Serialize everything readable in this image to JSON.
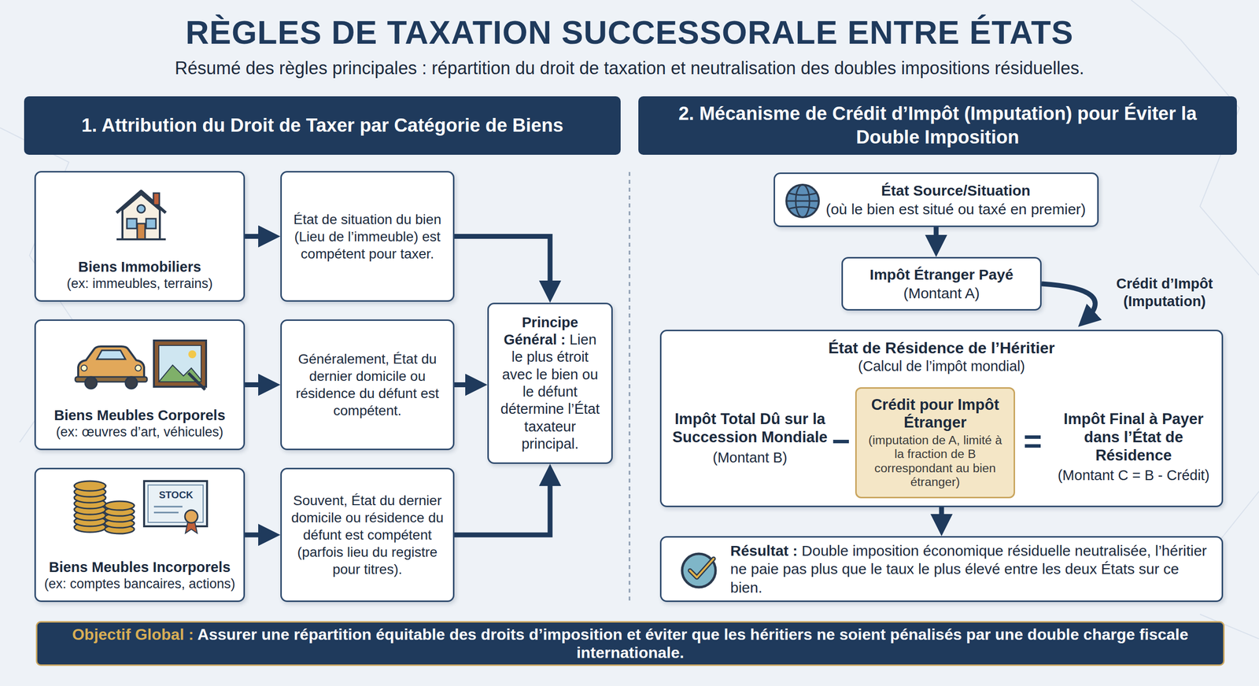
{
  "diagram": {
    "title": "RÈGLES DE TAXATION SUCCESSORALE ENTRE ÉTATS",
    "caption": "Résumé des règles principales : répartition du droit de taxation et neutralisation des doubles impositions résiduelles.",
    "nodes": [
      {
        "text": [
          "1. Attribution du Droit de Taxer par Catégorie de Biens"
        ]
      },
      {
        "text": [
          "Biens Immobiliers",
          "(ex: immeubles, terrains)"
        ]
      },
      {
        "text": [
          "État de situation du bien (Lieu de l’immeuble) est compétent pour taxer."
        ]
      },
      {
        "text": [
          "Biens Meubles Corporels",
          "(ex: œuvres d’art, véhicules)"
        ]
      },
      {
        "text": [
          "Généralement, État du dernier domicile ou résidence du défunt est compétent."
        ]
      },
      {
        "text": [
          "Biens Meubles Incorporels",
          "(ex: comptes bancaires, actions)"
        ]
      },
      {
        "text": [
          "Souvent, État du dernier domicile ou résidence du défunt est compétent (parfois lieu du registre pour titres)."
        ]
      },
      {
        "text": [
          "Principe Général :",
          "Lien le plus étroit avec le bien ou le défunt détermine l’État taxateur principal."
        ]
      },
      {
        "text": [
          "2. Mécanisme de Crédit d’Impôt (Imputation) pour Éviter la Double Imposition"
        ]
      },
      {
        "text": [
          "État Source/Situation",
          "(où le bien est situé ou taxé en premier)"
        ]
      },
      {
        "text": [
          "Impôt Étranger Payé",
          "(Montant A)"
        ]
      },
      {
        "text": [
          "État de Résidence de l’Héritier",
          "(Calcul de l’impôt mondial)"
        ]
      },
      {
        "text": [
          "Crédit pour Impôt Étranger",
          "(imputation de A, limité à la fraction de B correspondant au bien étranger)"
        ],
        "in": 11
      },
      {
        "text": [
          "Résultat :",
          "Double imposition économique résiduelle neutralisée, l’héritier ne paie pas plus que le taux le plus élevé entre les deux États sur ce bien."
        ]
      },
      {
        "text": [
          "Objectif Global :",
          "Assurer une répartition équitable des droits d’imposition et éviter que les héritiers ne soient pénalisés par une double charge fiscale internationale."
        ]
      }
    ],
    "edges": [
      {
        "from": 1,
        "to": 2,
        "arrow": "to"
      },
      {
        "from": 3,
        "to": 4,
        "arrow": "to"
      },
      {
        "from": 5,
        "to": 6,
        "arrow": "to"
      },
      {
        "from": 2,
        "to": 7,
        "arrow": "to"
      },
      {
        "from": 4,
        "to": 7,
        "arrow": "to"
      },
      {
        "from": 6,
        "to": 7,
        "arrow": "to"
      },
      {
        "from": 9,
        "to": 10,
        "arrow": "to"
      },
      {
        "from": 10,
        "to": 11,
        "label": "Crédit d’Impôt (Imputation)",
        "arrow": "to"
      },
      {
        "from": 11,
        "to": 13,
        "arrow": "to"
      }
    ],
    "labels": [
      "Impôt Total Dû sur la Succession Mondiale",
      "(Montant B)",
      "−",
      "=",
      "Impôt Final à Payer dans l’État de Résidence",
      "(Montant C = B - Crédit)",
      "STOCK"
    ]
  }
}
